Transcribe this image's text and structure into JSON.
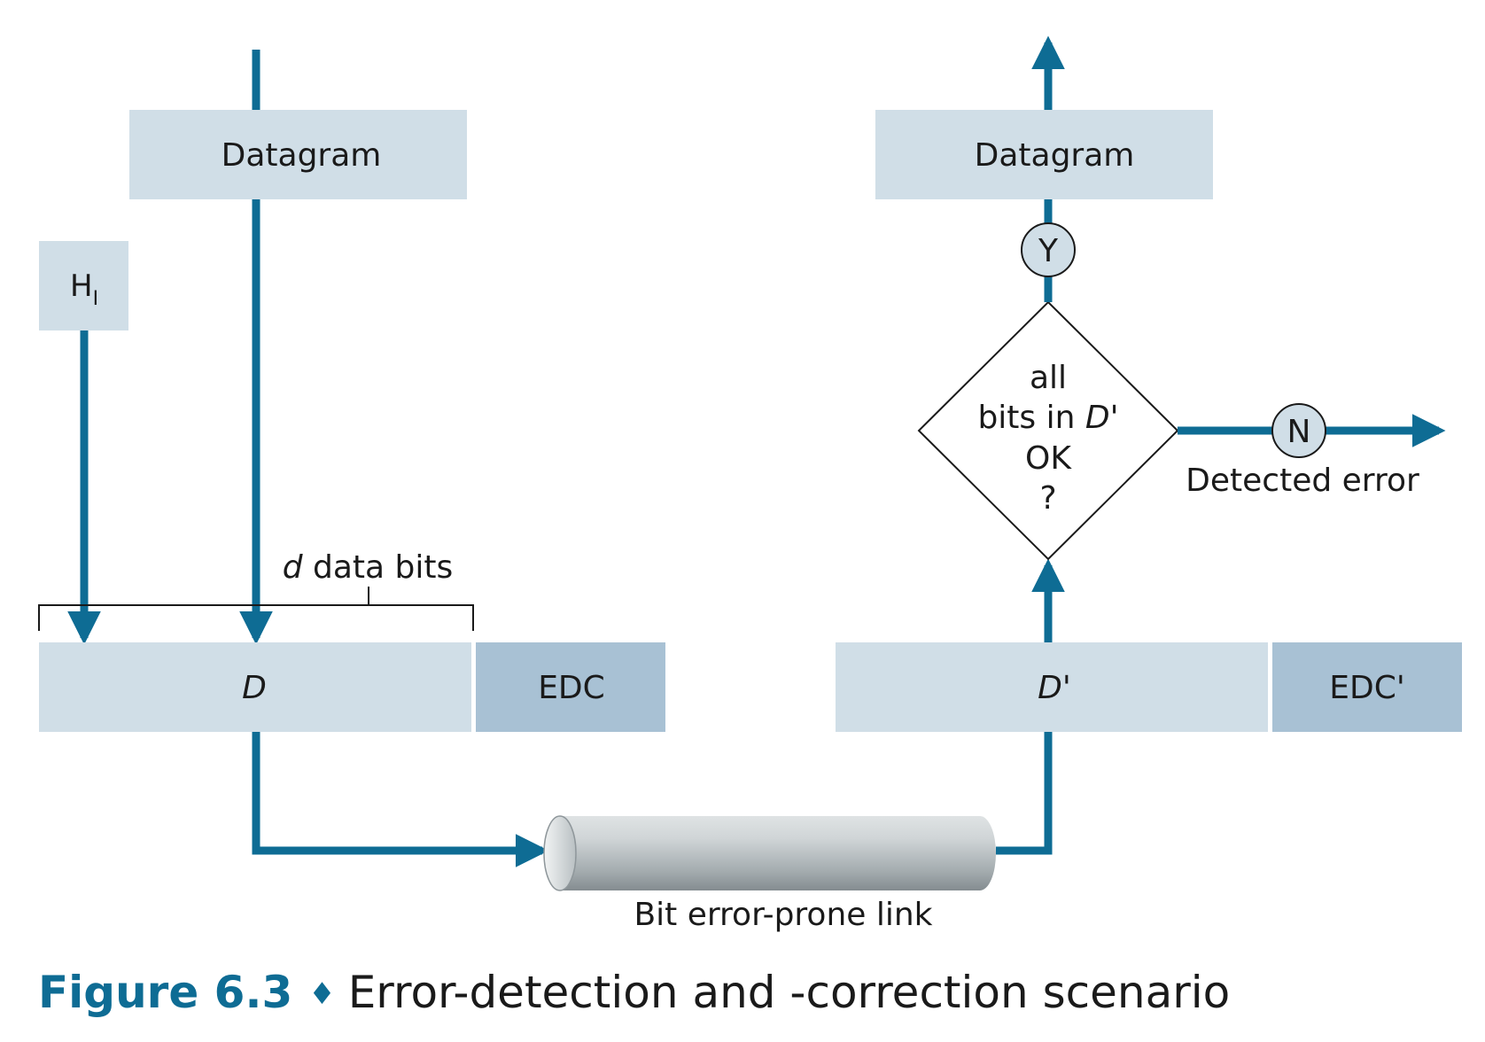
{
  "diagram": {
    "sender": {
      "datagram_label": "Datagram",
      "header_label": "H",
      "header_subscript": "I",
      "brace_label_var": "d",
      "brace_label_rest": " data bits",
      "data_label": "D",
      "edc_label": "EDC"
    },
    "receiver": {
      "datagram_label": "Datagram",
      "yes_label": "Y",
      "no_label": "N",
      "decision_line1": "all",
      "decision_line2_prefix": "bits in ",
      "decision_line2_var": "D",
      "decision_line2_suffix": "'",
      "decision_line3": "OK",
      "decision_line4": "?",
      "detected_error_label": "Detected error",
      "data_label_var": "D",
      "data_label_suffix": "'",
      "edc_label": "EDC'"
    },
    "link_label": "Bit error-prone link"
  },
  "caption": {
    "figure_number": "Figure 6.3",
    "separator": "♦",
    "title": "Error-detection and -correction scenario"
  },
  "colors": {
    "arrow": "#0e6c94",
    "box_light": "#d0dee7",
    "box_dark": "#a8c1d4",
    "text": "#1a1a1a"
  }
}
